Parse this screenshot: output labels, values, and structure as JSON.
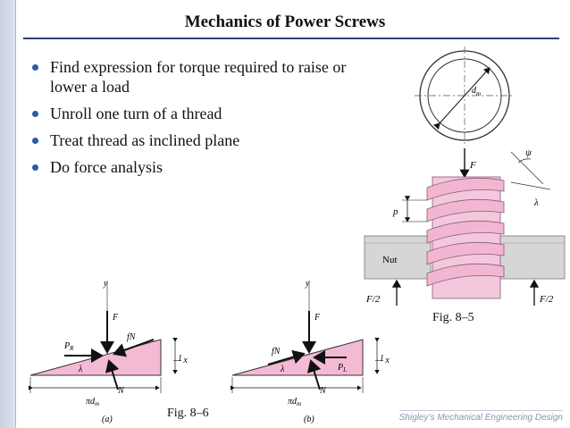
{
  "slide": {
    "title": "Mechanics of Power Screws",
    "bullets": [
      "Find expression for torque required to raise or lower a load",
      "Unroll one turn of a thread",
      "Treat thread as inclined plane",
      "Do force analysis"
    ],
    "fig_8_5_caption": "Fig. 8–5",
    "fig_8_6_caption": "Fig. 8–6",
    "credit": "Shigley’s Mechanical Engineering Design"
  },
  "fig85": {
    "dm": "d",
    "dm_sub": "m",
    "F": "F",
    "phi": "ψ",
    "lambda": "λ",
    "p": "p",
    "nut": "Nut",
    "F2_left": "F/2",
    "F2_right": "F/2"
  },
  "fig86": {
    "a": {
      "y": "y",
      "x": "— x",
      "F": "F",
      "PR": "P",
      "PR_sub": "R",
      "fN": "fN",
      "lambda": "λ",
      "N": "N",
      "l": "l",
      "pidm": "πd",
      "pidm_sub": "m",
      "label": "(a)"
    },
    "b": {
      "y": "y",
      "x": "— x",
      "F": "F",
      "PL": "P",
      "PL_sub": "L",
      "fN": "fN",
      "lambda": "λ",
      "N": "N",
      "l": "l",
      "pidm": "πd",
      "pidm_sub": "m",
      "label": "(b)"
    }
  },
  "colors": {
    "thread_pink": "#f2bdd6",
    "nut_gray": "#d5d5d5",
    "accent_blue": "#2b3f78"
  }
}
